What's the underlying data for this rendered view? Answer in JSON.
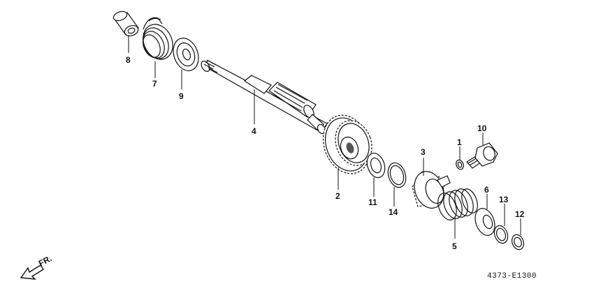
{
  "diagram": {
    "callouts": [
      {
        "id": "8",
        "label": "8"
      },
      {
        "id": "7",
        "label": "7"
      },
      {
        "id": "9",
        "label": "9"
      },
      {
        "id": "4",
        "label": "4"
      },
      {
        "id": "2",
        "label": "2"
      },
      {
        "id": "11",
        "label": "11"
      },
      {
        "id": "14",
        "label": "14"
      },
      {
        "id": "3",
        "label": "3"
      },
      {
        "id": "1",
        "label": "1"
      },
      {
        "id": "10",
        "label": "10"
      },
      {
        "id": "6",
        "label": "6"
      },
      {
        "id": "13",
        "label": "13"
      },
      {
        "id": "12",
        "label": "12"
      },
      {
        "id": "5",
        "label": "5"
      }
    ],
    "direction_label": "FR.",
    "drawing_code": "4373-E1300"
  }
}
